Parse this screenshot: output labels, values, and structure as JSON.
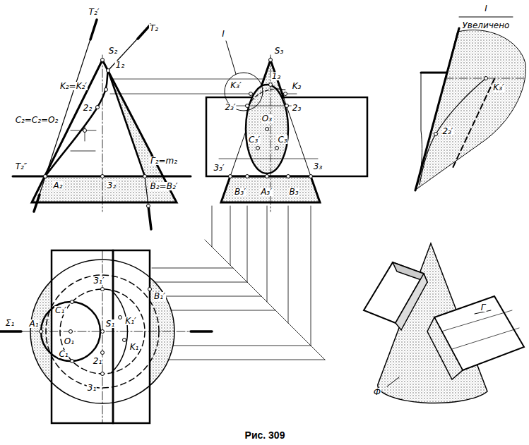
{
  "diagram": {
    "caption": "Рис. 309",
    "labels": [
      "T₂′",
      "S₂",
      "T₂",
      "1₂",
      "K₂=K₂′",
      "2₂",
      "C₂=C₂=O₂",
      "Г₂=m₂",
      "T₂″",
      "A₂",
      "3₂",
      "B₂=B₂′",
      "I",
      "S₃",
      "K₃′",
      "1₃",
      "K₃",
      "2₃′",
      "2₃",
      "O₃",
      "C₃′",
      "C₃",
      "3₃′",
      "3₃",
      "B₃′",
      "A₃′",
      "B₃",
      "I",
      "Увеличено",
      "K₃′",
      "2₃′",
      "Σ₁",
      "3₁′",
      "B₁′",
      "C₁′",
      "A₁",
      "O₁",
      "S₁",
      "K₁′",
      "K₁",
      "C₁",
      "2₁",
      "3₁",
      "Г",
      "Ф"
    ]
  }
}
